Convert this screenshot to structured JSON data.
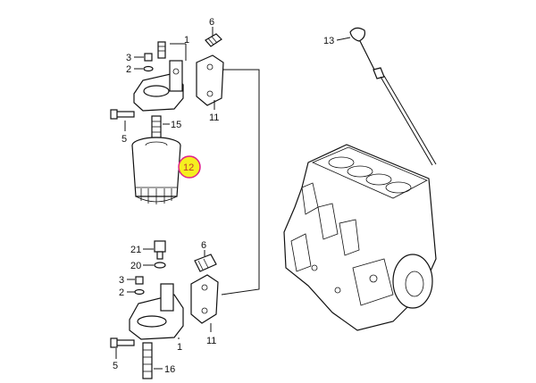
{
  "callouts": {
    "c1_top": "1",
    "c2_top": "2",
    "c3_top": "3",
    "c5_top": "5",
    "c6_top": "6",
    "c11_top": "11",
    "c12": "12",
    "c13": "13",
    "c15": "15",
    "c21": "21",
    "c20": "20",
    "c3_bot": "3",
    "c2_bot": "2",
    "c6_bot": "6",
    "c11_bot": "11",
    "c1_bot": "1",
    "c5_bot": "5",
    "c16": "16"
  },
  "highlight": {
    "color": "#f5ef1f",
    "ring": "#e0218a"
  }
}
